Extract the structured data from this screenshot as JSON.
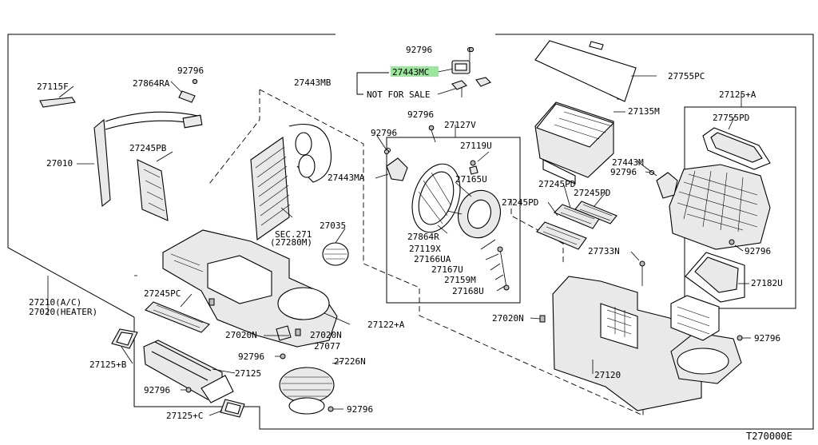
{
  "diagram": {
    "code": "T270000E",
    "labels": {
      "l_92796_top": "92796",
      "l_27443MC": "27443MC",
      "l_27443MB": "27443MB",
      "l_notforsale": "NOT FOR SALE",
      "l_27755PC": "27755PC",
      "l_27115F": "27115F",
      "l_92796_a": "92796",
      "l_27864RA": "27864RA",
      "l_27245PB": "27245PB",
      "l_27010": "27010",
      "l_92796_b": "92796",
      "l_27127V": "27127V",
      "l_92796_c": "92796",
      "l_27119U": "27119U",
      "l_27135M": "27135M",
      "l_27125pA": "27125+A",
      "l_27755PD": "27755PD",
      "l_27443MA": "27443MA",
      "l_27165U": "27165U",
      "l_27443M": "27443M",
      "l_92796_d": "92796",
      "l_27245PD_a": "27245PD",
      "l_27245PD_b": "27245PD",
      "l_27245PD_c": "27245PD",
      "l_SEC271": "SEC.271",
      "l_27280M": "(27280M)",
      "l_27035": "27035",
      "l_27864R": "27864R",
      "l_27119X": "27119X",
      "l_27166UA": "27166UA",
      "l_27167U": "27167U",
      "l_27159M": "27159M",
      "l_27168U": "27168U",
      "l_92796_e": "92796",
      "l_27733N": "27733N",
      "l_27182U": "27182U",
      "l_27210": "27210(A/C)",
      "l_27020": "27020(HEATER)",
      "l_27245PC": "27245PC",
      "l_27020N_a": "27020N",
      "l_27122pA": "27122+A",
      "l_27020N_b": "27020N",
      "l_27077": "27077",
      "l_27020N_c": "27020N",
      "l_27125pB": "27125+B",
      "l_92796_f": "92796",
      "l_27226N": "27226N",
      "l_27125": "27125",
      "l_92796_g": "92796",
      "l_27120": "27120",
      "l_92796_h": "92796",
      "l_92796_i": "92796",
      "l_27125pC": "27125+C"
    },
    "highlight_color": "#8be08b",
    "line_color": "#000000"
  }
}
